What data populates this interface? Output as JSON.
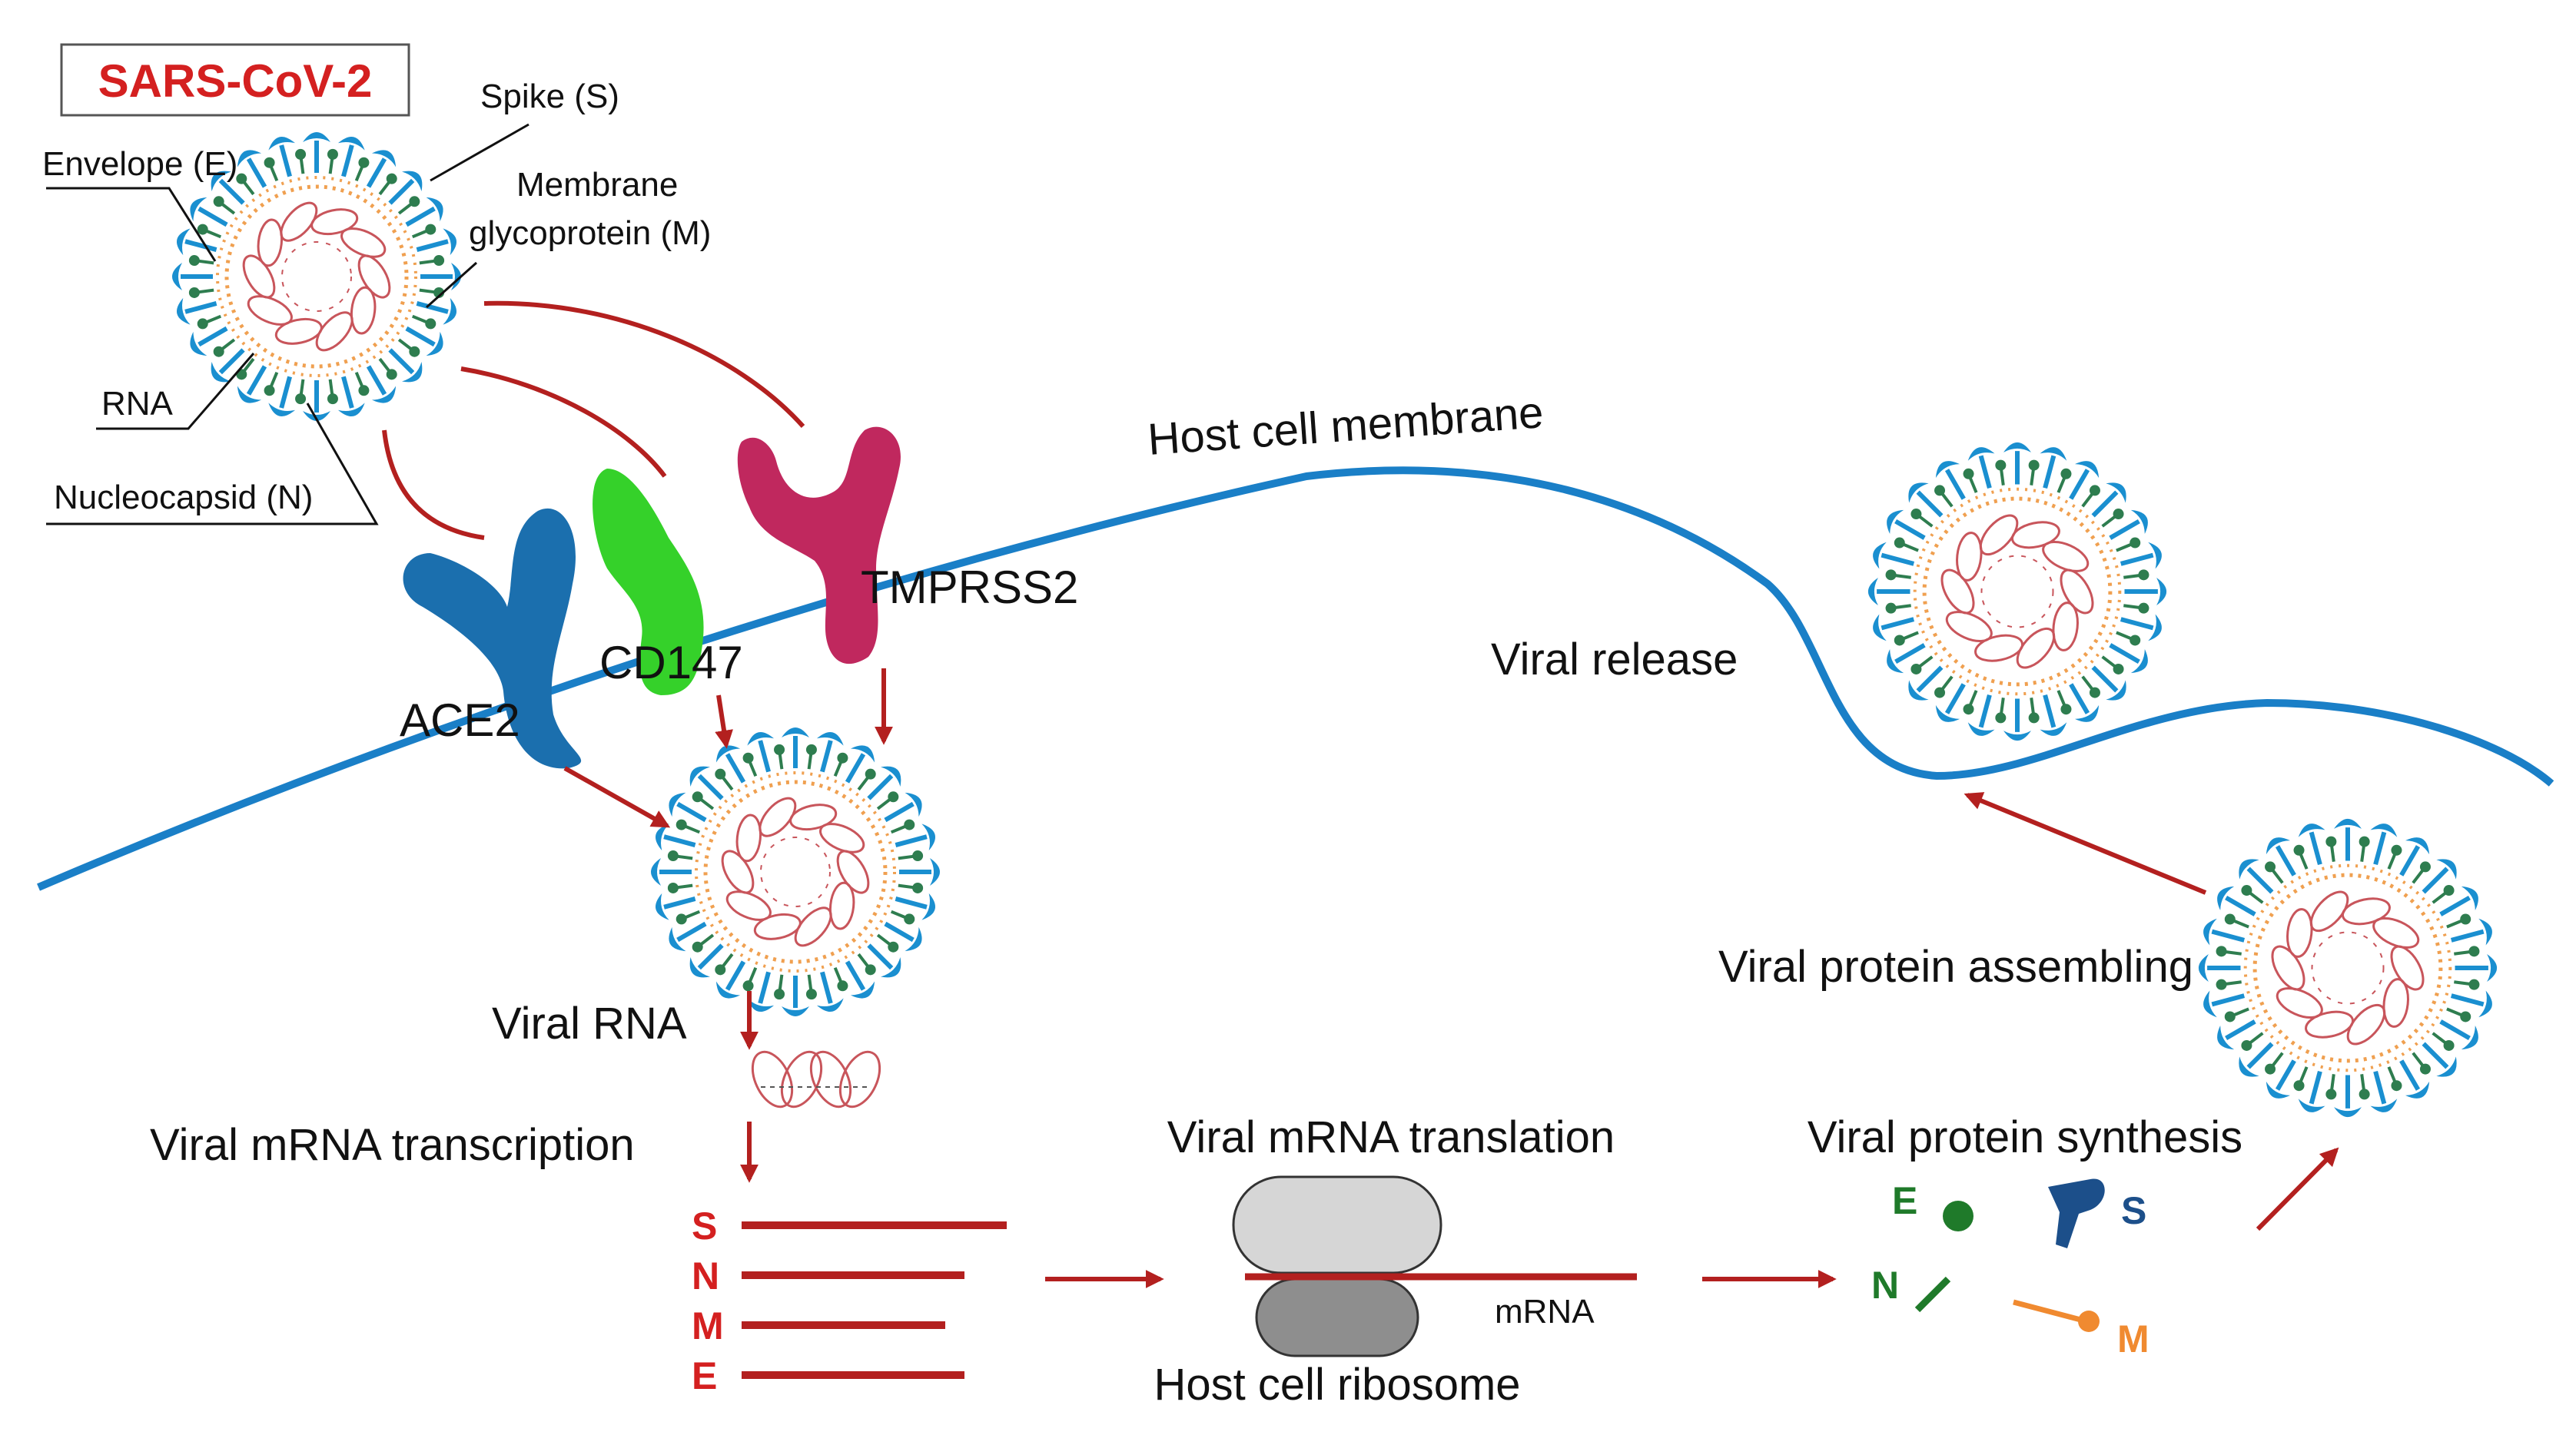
{
  "title": "SARS-CoV-2",
  "virus_parts": {
    "spike": "Spike (S)",
    "envelope": "Envelope (E)",
    "membrane_line1": "Membrane",
    "membrane_line2": "glycoprotein (M)",
    "rna": "RNA",
    "nucleocapsid": "Nucleocapsid (N)"
  },
  "host_membrane": "Host cell membrane",
  "receptors": {
    "ace2": "ACE2",
    "cd147": "CD147",
    "tmprss2": "TMPRSS2"
  },
  "steps": {
    "viral_rna": "Viral RNA",
    "transcription": "Viral mRNA transcription",
    "translation": "Viral mRNA translation",
    "synthesis": "Viral protein synthesis",
    "assembling": "Viral protein assembling",
    "release": "Viral release"
  },
  "genes": [
    "S",
    "N",
    "M",
    "E"
  ],
  "mrna": "mRNA",
  "ribosome": "Host cell ribosome",
  "proteins": {
    "e": "E",
    "s": "S",
    "n": "N",
    "m": "M"
  },
  "colors": {
    "arrow": "#b3201f",
    "membrane": "#1a7fc7",
    "ace2": "#1b6fae",
    "cd147": "#35d12a",
    "tmprss2": "#c0285e",
    "spike": "#1a8fd0",
    "title_red": "#d42020",
    "protein_green": "#1f7a2a",
    "protein_blue": "#1c4f8a",
    "protein_orange": "#f08a30"
  }
}
